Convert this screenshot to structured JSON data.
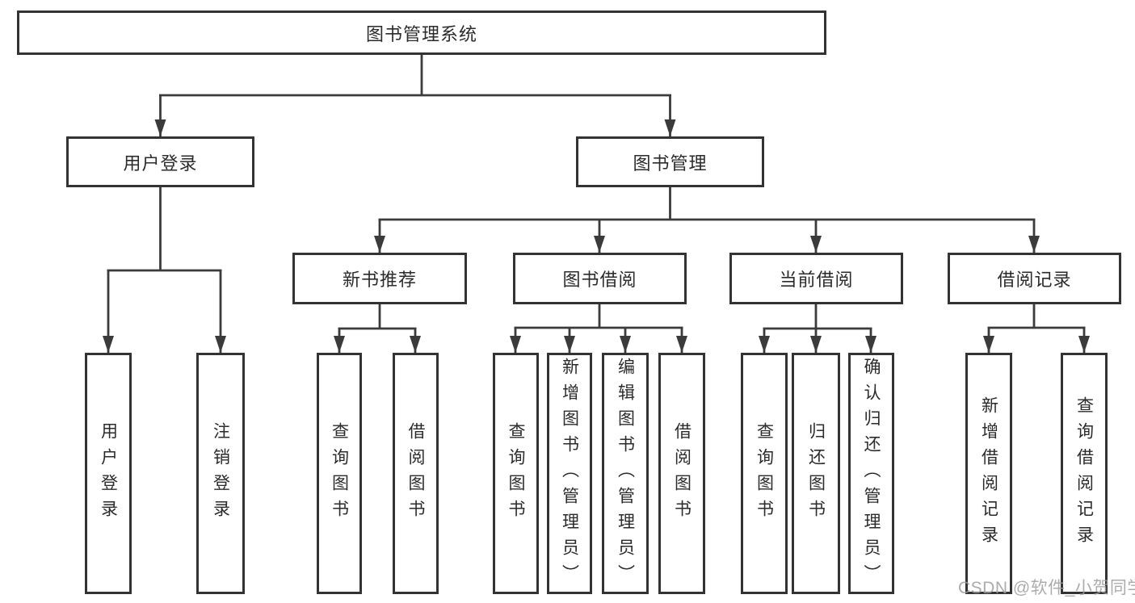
{
  "nodes": {
    "root": {
      "label": "图书管理系统"
    },
    "user_login": {
      "label": "用户登录"
    },
    "book_management": {
      "label": "图书管理"
    },
    "new_book_recommend": {
      "label": "新书推荐"
    },
    "book_borrowing": {
      "label": "图书借阅"
    },
    "current_borrowing": {
      "label": "当前借阅"
    },
    "borrowing_records": {
      "label": "借阅记录"
    },
    "login": {
      "label": "用户登录"
    },
    "logout": {
      "label": "注销登录"
    },
    "query_books_recommend": {
      "label": "查询图书"
    },
    "borrow_books_recommend": {
      "label": "借阅图书"
    },
    "query_books_borrowing": {
      "label": "查询图书"
    },
    "add_book_admin": {
      "label": "新增图书（管理员）"
    },
    "edit_book_admin": {
      "label": "编辑图书（管理员）"
    },
    "borrow_books_borrowing": {
      "label": "借阅图书"
    },
    "query_books_current": {
      "label": "查询图书"
    },
    "return_book": {
      "label": "归还图书"
    },
    "confirm_return_admin": {
      "label": "确认归还（管理员）"
    },
    "add_borrow_record": {
      "label": "新增借阅记录"
    },
    "query_borrow_record": {
      "label": "查询借阅记录"
    }
  },
  "hierarchy": {
    "图书管理系统": {
      "用户登录": [
        "用户登录",
        "注销登录"
      ],
      "图书管理": {
        "新书推荐": [
          "查询图书",
          "借阅图书"
        ],
        "图书借阅": [
          "查询图书",
          "新增图书（管理员）",
          "编辑图书（管理员）",
          "借阅图书"
        ],
        "当前借阅": [
          "查询图书",
          "归还图书",
          "确认归还（管理员）"
        ],
        "借阅记录": [
          "新增借阅记录",
          "查询借阅记录"
        ]
      }
    }
  },
  "watermark": {
    "text": "CSDN @软件_小贺同学"
  },
  "colors": {
    "background": "#ffffff",
    "box_border": "#333333",
    "line": "#3b3b3b",
    "text": "#2b2b2b",
    "watermark": "#9e9e9e"
  }
}
